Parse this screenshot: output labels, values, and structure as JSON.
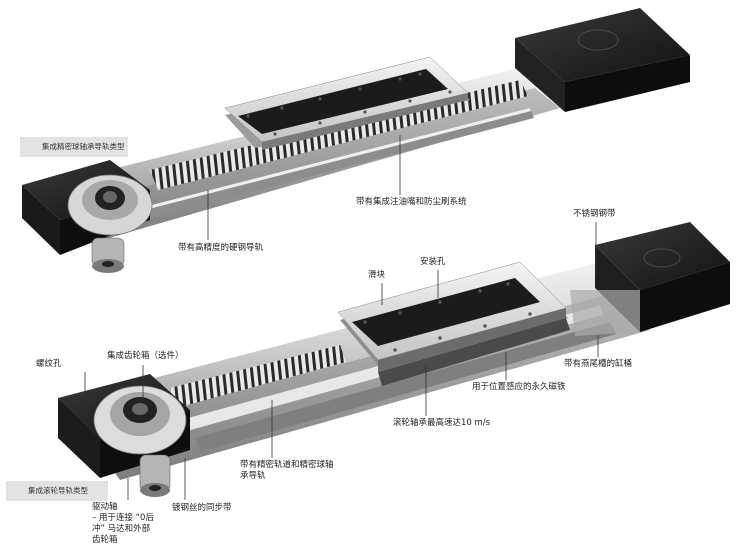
{
  "captions": {
    "top_type": "集成精密球轴承导轨类型",
    "bottom_type": "集成滚轮导轨类型"
  },
  "labels": {
    "seal_strip_lube": "带有集成注油嘴和防尘刷系统",
    "hardened_rail": "带有高精度的硬钢导轨",
    "stainless_band": "不锈钢钢带",
    "slider": "滑块",
    "mount_holes": "安装孔",
    "gearbox": "集成齿轮箱（选件）",
    "threaded_hole": "螺纹孔",
    "dovetail_profile": "带有燕尾槽的缸桶",
    "magnet": "用于位置感应的永久磁铁",
    "speed": "滚轮轴承最高速达10 m/s",
    "precision_track": [
      "带有精密轨道和精密球轴",
      "承导轨"
    ],
    "drive_shaft": [
      "驱动轴",
      "– 用于连接 “0后",
      "冲” 马达和外部",
      "齿轮箱"
    ],
    "steel_belt": "镀钢丝的同步带"
  },
  "colors": {
    "body_dark": "#1c1c1c",
    "profile_light": "#d9d9d9",
    "caption_bg": "#e3e3e3",
    "leader": "#333333"
  }
}
